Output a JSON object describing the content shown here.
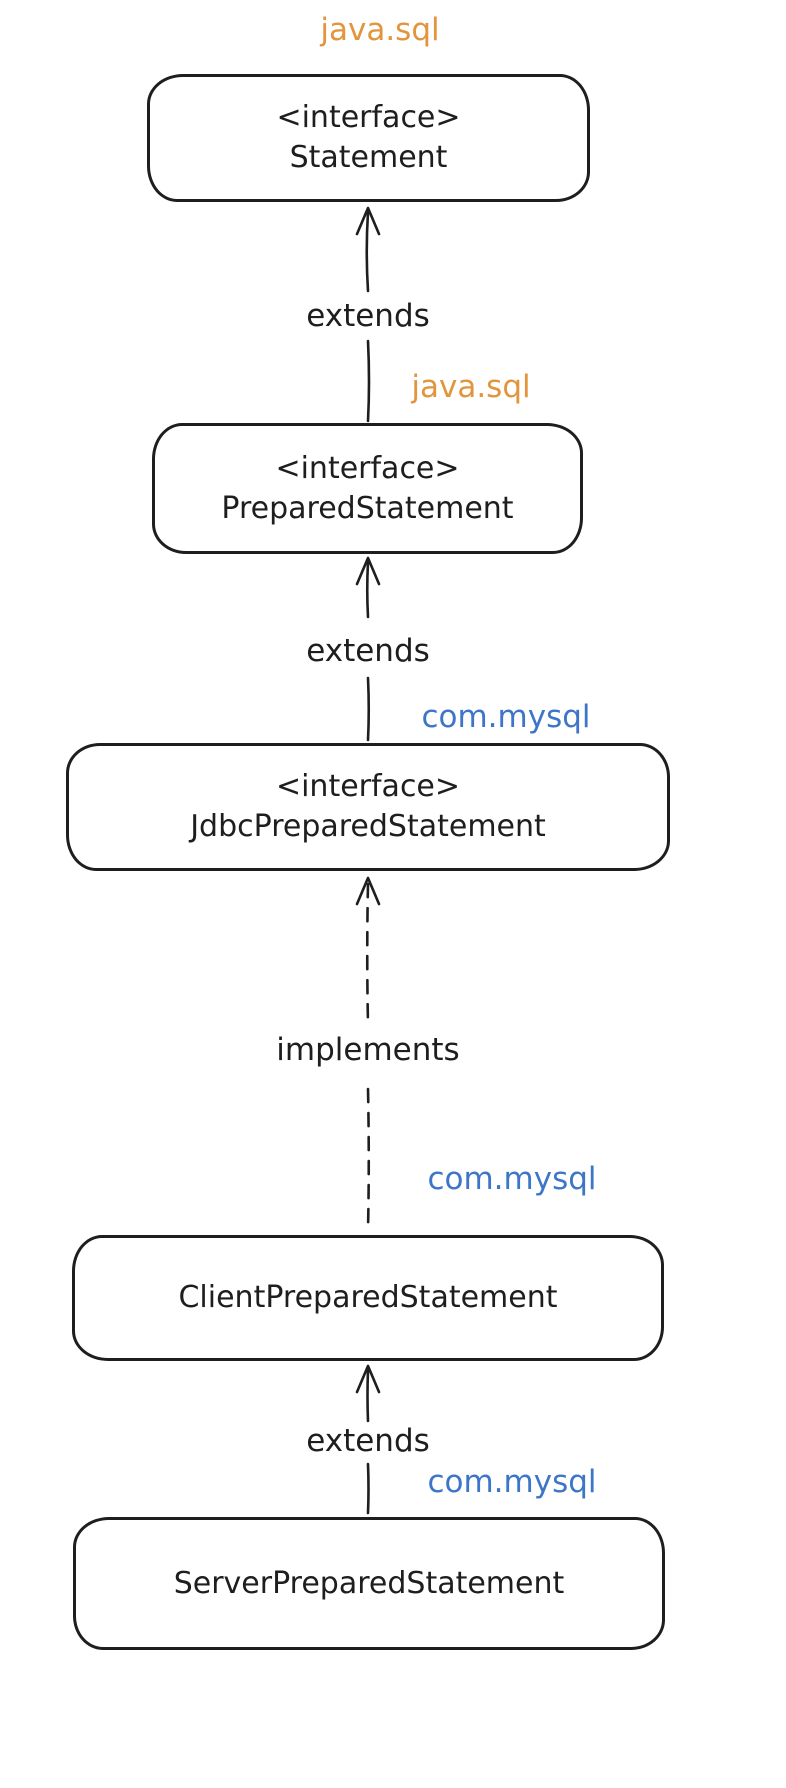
{
  "diagram": {
    "colors": {
      "stroke": "#1e1e1e",
      "text": "#1e1e1e",
      "java_package_label": "#E2953C",
      "mysql_package_label": "#3D76C8"
    },
    "nodes": [
      {
        "package_label": "java.sql",
        "stereotype": "<interface>",
        "name": "Statement"
      },
      {
        "package_label": "java.sql",
        "stereotype": "<interface>",
        "name": "PreparedStatement"
      },
      {
        "package_label": "com.mysql",
        "stereotype": "<interface>",
        "name": "JdbcPreparedStatement"
      },
      {
        "package_label": "com.mysql",
        "name": "ClientPreparedStatement"
      },
      {
        "package_label": "com.mysql",
        "name": "ServerPreparedStatement"
      }
    ],
    "edges": [
      {
        "label": "extends",
        "style": "solid",
        "from": "PreparedStatement",
        "to": "Statement"
      },
      {
        "label": "extends",
        "style": "solid",
        "from": "JdbcPreparedStatement",
        "to": "PreparedStatement"
      },
      {
        "label": "implements",
        "style": "dashed",
        "from": "ClientPreparedStatement",
        "to": "JdbcPreparedStatement"
      },
      {
        "label": "extends",
        "style": "solid",
        "from": "ServerPreparedStatement",
        "to": "ClientPreparedStatement"
      }
    ]
  }
}
